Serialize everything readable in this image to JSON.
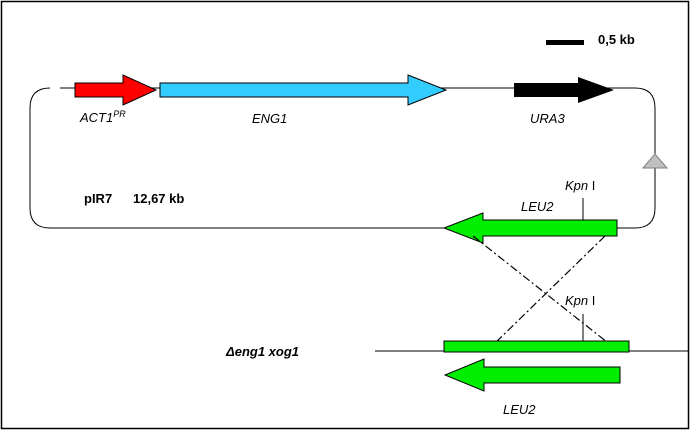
{
  "colors": {
    "promoter": "#ff0000",
    "eng1": "#33ccff",
    "ura3": "#000000",
    "leu2": "#00ee00",
    "marker_triangle": "#c0c0c0",
    "line": "#000000"
  },
  "scale_bar": {
    "label": "0,5 kb"
  },
  "plasmid": {
    "name": "pIR7",
    "size": "12,67 kb",
    "genes": {
      "promoter": {
        "name": "ACT1",
        "superscript": "PR"
      },
      "eng1": {
        "name": "ENG1"
      },
      "ura3": {
        "name": "URA3"
      },
      "leu2": {
        "name": "LEU2"
      }
    },
    "site_label": {
      "name": "Kpn",
      "suffix": " I"
    }
  },
  "chromosome": {
    "label": "Δeng1 xog1",
    "site_label": {
      "name": "Kpn",
      "suffix": " I"
    },
    "leu2_label": "LEU2"
  }
}
